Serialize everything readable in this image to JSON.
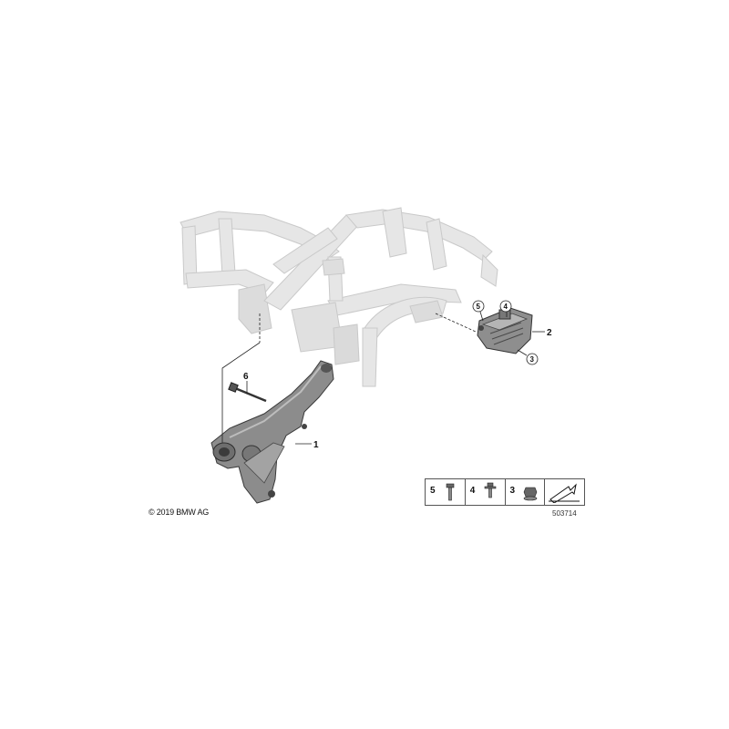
{
  "callouts": {
    "c1": "1",
    "c2": "2",
    "c3": "3",
    "c4": "4",
    "c5": "5",
    "c6": "6"
  },
  "legend": {
    "items": [
      {
        "number": "5",
        "icon": "bolt-long-icon"
      },
      {
        "number": "4",
        "icon": "bolt-flange-icon"
      },
      {
        "number": "3",
        "icon": "collar-nut-icon"
      },
      {
        "number": "",
        "icon": "arrow-symbol-icon"
      }
    ]
  },
  "copyright": "© 2019 BMW AG",
  "drawing_number": "503714",
  "colors": {
    "frame": "#e4e4e4",
    "frame_outline": "#c8c8c8",
    "part": "#8a8a8a",
    "part_dark": "#5a5a5a"
  }
}
